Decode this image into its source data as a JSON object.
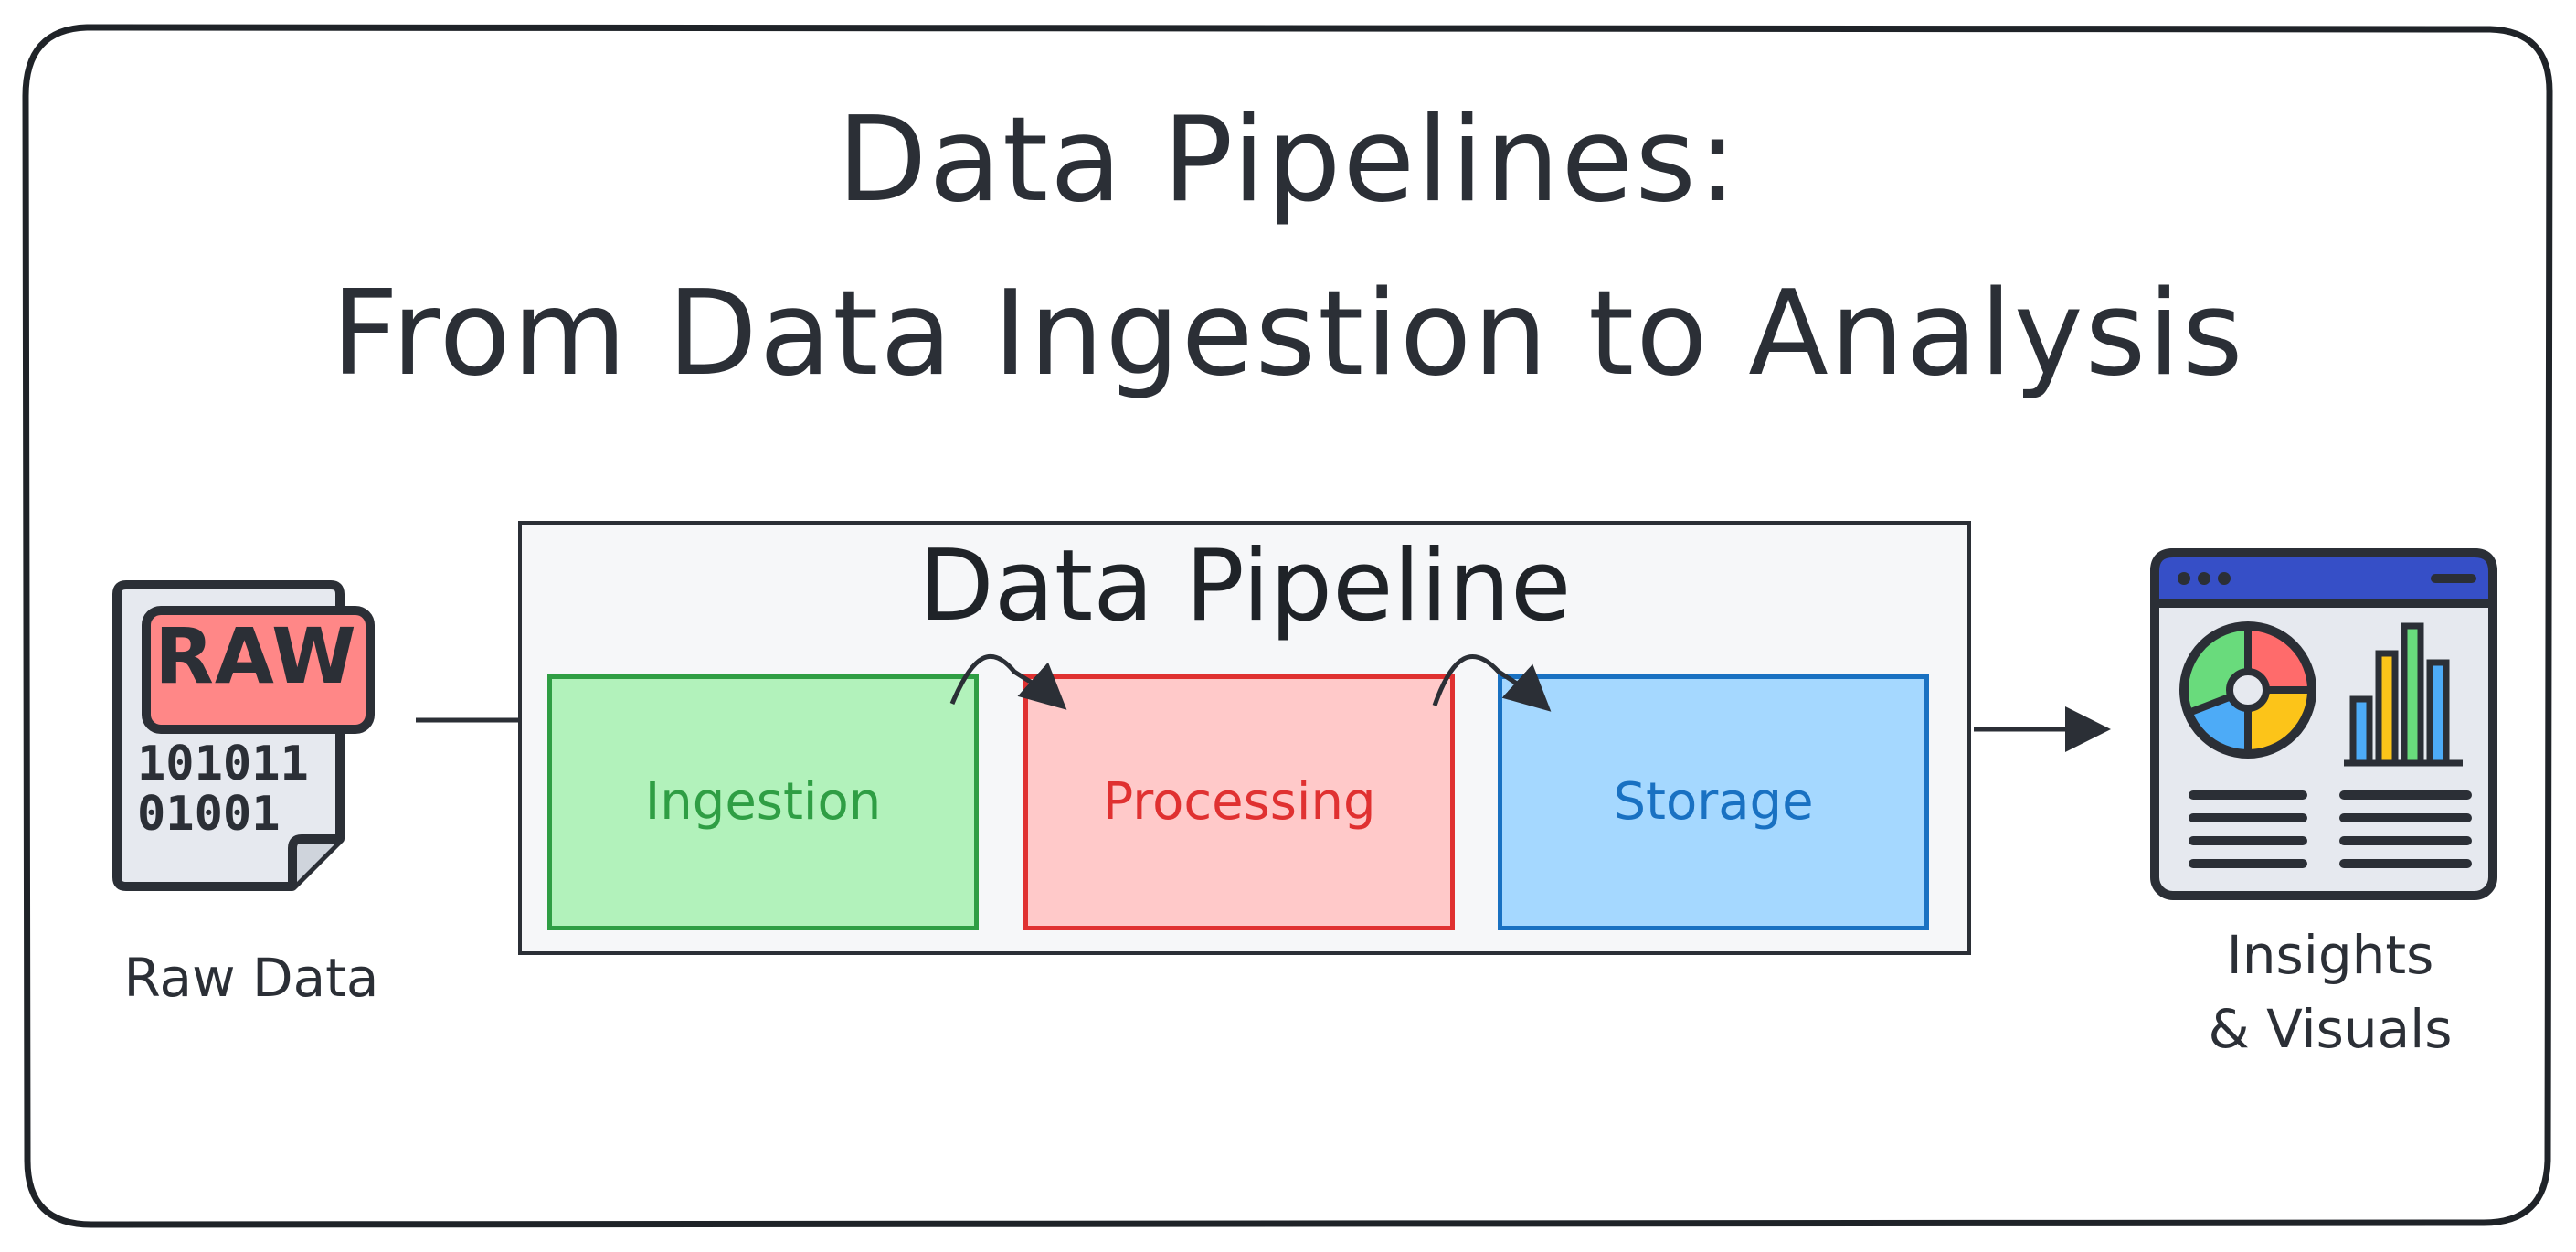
{
  "title": {
    "line1": "Data Pipelines:",
    "line2": "From Data Ingestion to Analysis"
  },
  "pipeline": {
    "heading": "Data Pipeline",
    "stages": [
      {
        "label": "Ingestion",
        "fill": "#b2f2bb",
        "stroke": "#2f9e44"
      },
      {
        "label": "Processing",
        "fill": "#ffc9c9",
        "stroke": "#e03131"
      },
      {
        "label": "Storage",
        "fill": "#a5d8ff",
        "stroke": "#1971c2"
      }
    ]
  },
  "raw_data": {
    "badge": "RAW",
    "binary_line1": "101011",
    "binary_line2": "01001",
    "label": "Raw Data",
    "icon": "raw-file-icon"
  },
  "insights": {
    "label_line1": "Insights",
    "label_line2": "& Visuals",
    "icon": "dashboard-icon"
  },
  "colors": {
    "ink": "#2b2f36",
    "raw_badge": "#ff8787",
    "dashboard_header": "#364fc7",
    "donut": [
      "#69db7c",
      "#ff6b6b",
      "#fcc419",
      "#4dabf7"
    ],
    "bars": [
      "#4dabf7",
      "#fcc419",
      "#69db7c",
      "#4dabf7"
    ]
  }
}
